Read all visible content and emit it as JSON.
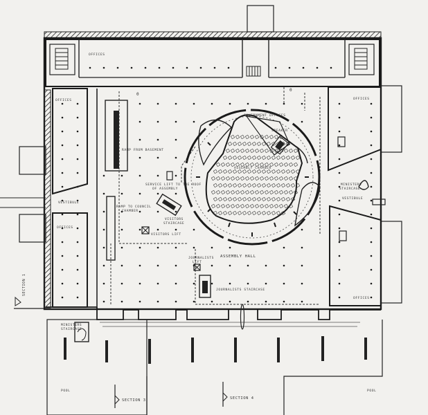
{
  "labels": {
    "offices_top": "OFFICES",
    "offices_left_top": "OFFICES",
    "offices_left_bottom": "OFFICES",
    "offices_right_top": "OFFICES",
    "offices_right_bottom": "OFFICES",
    "vestibule_left": "VESTIBULE",
    "vestibule_right": "VESTIBULE",
    "government_offices": "GOVERNMENT OFFICES",
    "speaker": "SPEAKER",
    "assembly_chamber": "ASSEMBLY CHAMBER",
    "ramp_from_basement": "RAMP FROM BASEMENT",
    "service_lift_line1": "SERVICE LIFT TO THE ROOF",
    "service_lift_line2": "OF ASSEMBLY",
    "ramp_to_council_line1": "RAMP TO COUNCIL",
    "ramp_to_council_line2": "CHAMBER",
    "visitors_staircase_line1": "VISITORS",
    "visitors_staircase_line2": "STAIRCASE",
    "visitors_lift": "VISITORS LIFT",
    "ministers_staircase_line1": "MINISTERS",
    "ministers_staircase_line2": "STAIRCASE",
    "assembly_hall": "ASSEMBLY HALL",
    "journalists_lift_line1": "JOURNALISTS",
    "journalists_lift_line2": "LIFT",
    "journalists_staircase": "JOURNALISTS STAIRCASE",
    "ministers_staircase_bottom_line1": "MINISTERS",
    "ministers_staircase_bottom_line2": "STAIRCASE",
    "section_1": "SECTION 1",
    "section_3": "SECTION 3",
    "section_4": "SECTION 4",
    "pool_left": "POOL",
    "pool_right": "POOL"
  },
  "colors": {
    "ink": "#1a1a1a",
    "paper": "#f2f1ee"
  }
}
